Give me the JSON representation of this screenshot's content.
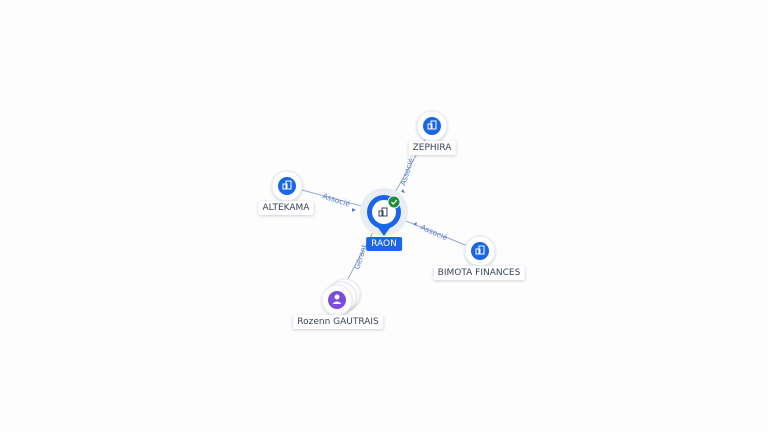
{
  "center": {
    "name": "RAON",
    "icon": "building-icon",
    "badge_icon": "check-icon",
    "accent": "#1a66e8",
    "badge_color": "#1f8a3b"
  },
  "nodes": [
    {
      "id": "zephira",
      "name": "ZEPHIRA",
      "icon": "building-icon",
      "relation": "Associé"
    },
    {
      "id": "altekama",
      "name": "ALTEKAMA",
      "icon": "building-icon",
      "relation": "Associé"
    },
    {
      "id": "bimota",
      "name": "BIMOTA FINANCES",
      "icon": "building-icon",
      "relation": "Associé"
    },
    {
      "id": "gautrais",
      "name": "Rozenn GAUTRAIS",
      "icon": "person-icon",
      "relation": "Gérant"
    }
  ],
  "colors": {
    "company": "#1a66e8",
    "person": "#7c4ddb",
    "edge": "#9aa9c9",
    "edge_label": "#5b7fd6"
  }
}
